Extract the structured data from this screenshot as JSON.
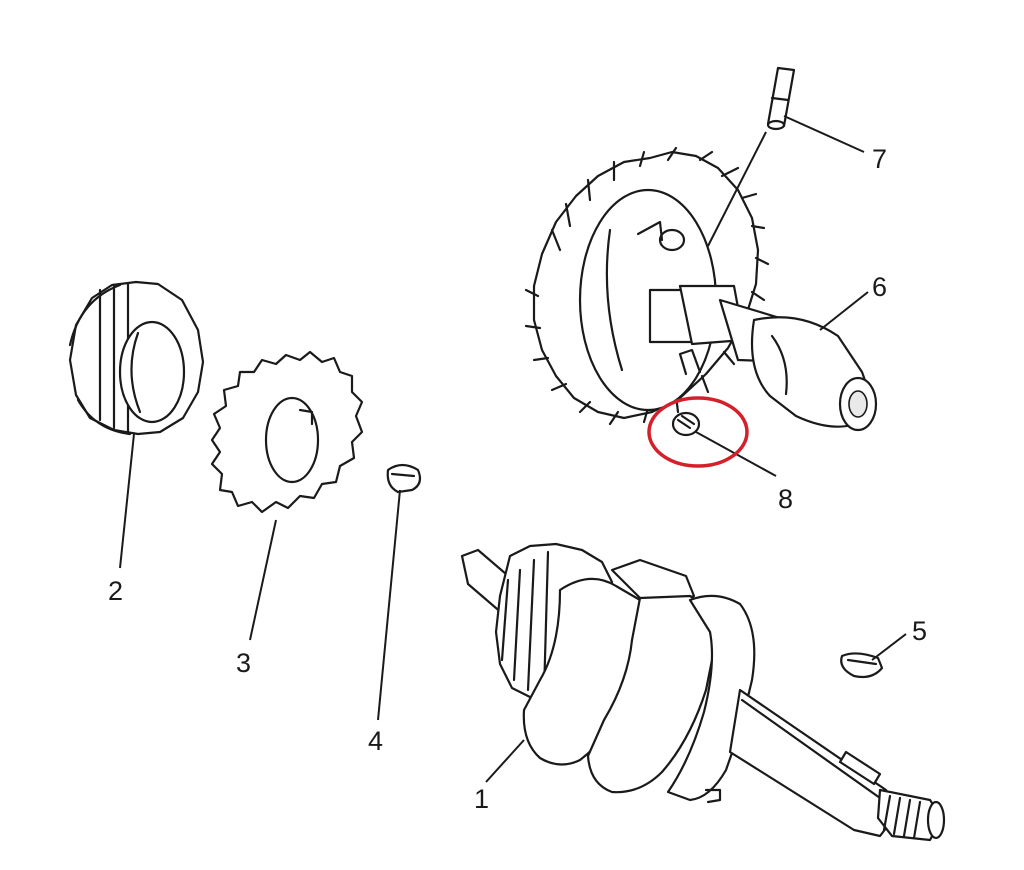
{
  "diagram": {
    "callouts": [
      {
        "id": "1",
        "text": "1"
      },
      {
        "id": "2",
        "text": "2"
      },
      {
        "id": "3",
        "text": "3"
      },
      {
        "id": "4",
        "text": "4"
      },
      {
        "id": "5",
        "text": "5"
      },
      {
        "id": "6",
        "text": "6"
      },
      {
        "id": "7",
        "text": "7"
      },
      {
        "id": "8",
        "text": "8"
      }
    ],
    "highlight": {
      "target": "8",
      "color": "#d4202a"
    }
  }
}
